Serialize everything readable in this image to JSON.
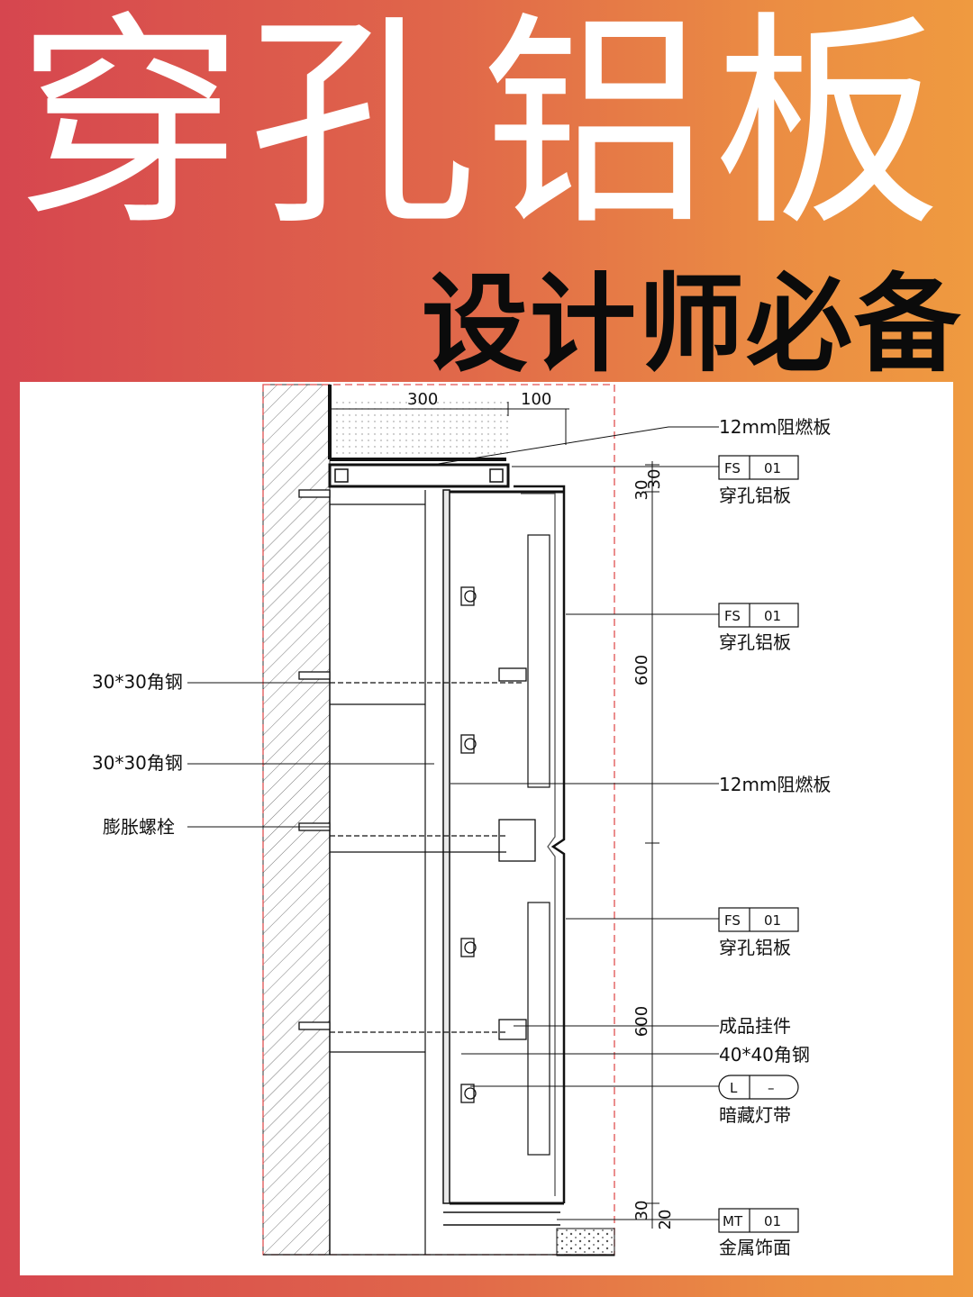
{
  "header": {
    "title": "穿孔铝板",
    "subtitle": "设计师必备"
  },
  "drawing": {
    "dims": {
      "d300": "300",
      "d100": "100",
      "d30_top": "30",
      "d30_top2": "30",
      "d600_a": "600",
      "d600_b": "600",
      "d30_bot": "30",
      "d20_bot": "20"
    },
    "left_labels": {
      "angle1": "30*30角钢",
      "angle2": "30*30角钢",
      "bolt": "膨胀螺栓"
    },
    "right_labels": {
      "board1": "12mm阻燃板",
      "board2": "12mm阻燃板",
      "hanger": "成品挂件",
      "angle40": "40*40角钢"
    },
    "tags": [
      {
        "code": "FS",
        "num": "01",
        "name": "穿孔铝板"
      },
      {
        "code": "FS",
        "num": "01",
        "name": "穿孔铝板"
      },
      {
        "code": "FS",
        "num": "01",
        "name": "穿孔铝板"
      },
      {
        "code": "L",
        "num": "–",
        "name": "暗藏灯带"
      },
      {
        "code": "MT",
        "num": "01",
        "name": "金属饰面"
      }
    ]
  },
  "colors": {
    "gradient_left": "#d6464f",
    "gradient_right": "#ef9a40",
    "title": "#ffffff",
    "subtitle": "#0b0b0b",
    "boundary": "#e05050"
  }
}
